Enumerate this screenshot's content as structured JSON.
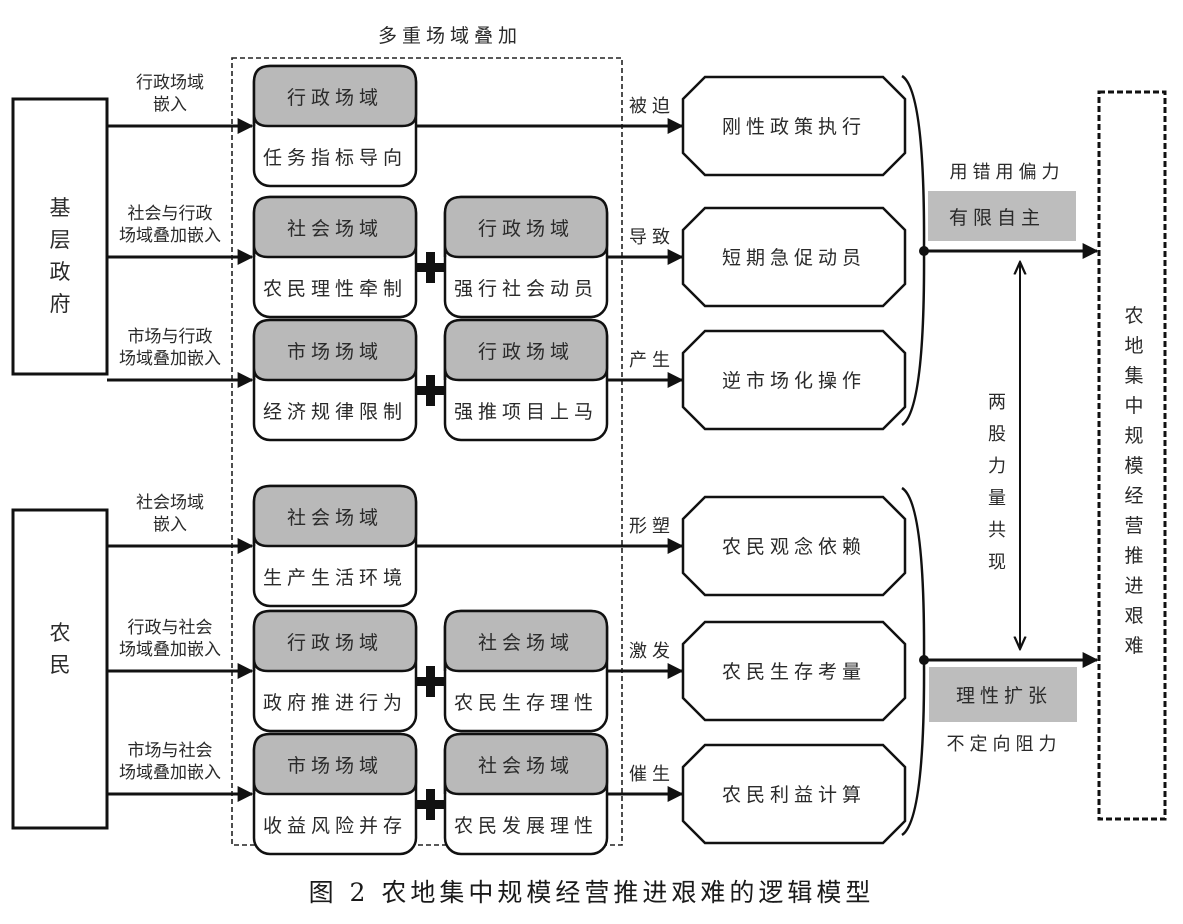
{
  "overlay_title": "多重场域叠加",
  "actors": {
    "government": "基层政府",
    "farmers": "农民"
  },
  "rows": [
    {
      "group": "government",
      "embed_label": [
        "行政场域",
        "嵌入"
      ],
      "fields": [
        {
          "header": "行政场域",
          "body": "任务指标导向"
        }
      ],
      "verb": "被迫",
      "outcome": "刚性政策执行"
    },
    {
      "group": "government",
      "embed_label": [
        "社会与行政",
        "场域叠加嵌入"
      ],
      "fields": [
        {
          "header": "社会场域",
          "body": "农民理性牵制"
        },
        {
          "header": "行政场域",
          "body": "强行社会动员"
        }
      ],
      "verb": "导致",
      "outcome": "短期急促动员"
    },
    {
      "group": "government",
      "embed_label": [
        "市场与行政",
        "场域叠加嵌入"
      ],
      "fields": [
        {
          "header": "市场场域",
          "body": "经济规律限制"
        },
        {
          "header": "行政场域",
          "body": "强推项目上马"
        }
      ],
      "verb": "产生",
      "outcome": "逆市场化操作"
    },
    {
      "group": "farmers",
      "embed_label": [
        "社会场域",
        "嵌入"
      ],
      "fields": [
        {
          "header": "社会场域",
          "body": "生产生活环境"
        }
      ],
      "verb": "形塑",
      "outcome": "农民观念依赖"
    },
    {
      "group": "farmers",
      "embed_label": [
        "行政与社会",
        "场域叠加嵌入"
      ],
      "fields": [
        {
          "header": "行政场域",
          "body": "政府推进行为"
        },
        {
          "header": "社会场域",
          "body": "农民生存理性"
        }
      ],
      "verb": "激发",
      "outcome": "农民生存考量"
    },
    {
      "group": "farmers",
      "embed_label": [
        "市场与社会",
        "场域叠加嵌入"
      ],
      "fields": [
        {
          "header": "市场场域",
          "body": "收益风险并存"
        },
        {
          "header": "社会场域",
          "body": "农民发展理性"
        }
      ],
      "verb": "催生",
      "outcome": "农民利益计算"
    }
  ],
  "forces": {
    "upper": {
      "label_above": "用错用偏力",
      "box": "有限自主"
    },
    "lower": {
      "box": "理性扩张",
      "label_below": "不定向阻力"
    },
    "between": "两股力量共现"
  },
  "result": "农地集中规模经营推进艰难",
  "caption": "图 2  农地集中规模经营推进艰难的逻辑模型",
  "colors": {
    "stroke": "#111111",
    "header_fill": "#b9b9b9",
    "force_fill": "#bdbdbd",
    "text": "#2a2a2a"
  }
}
